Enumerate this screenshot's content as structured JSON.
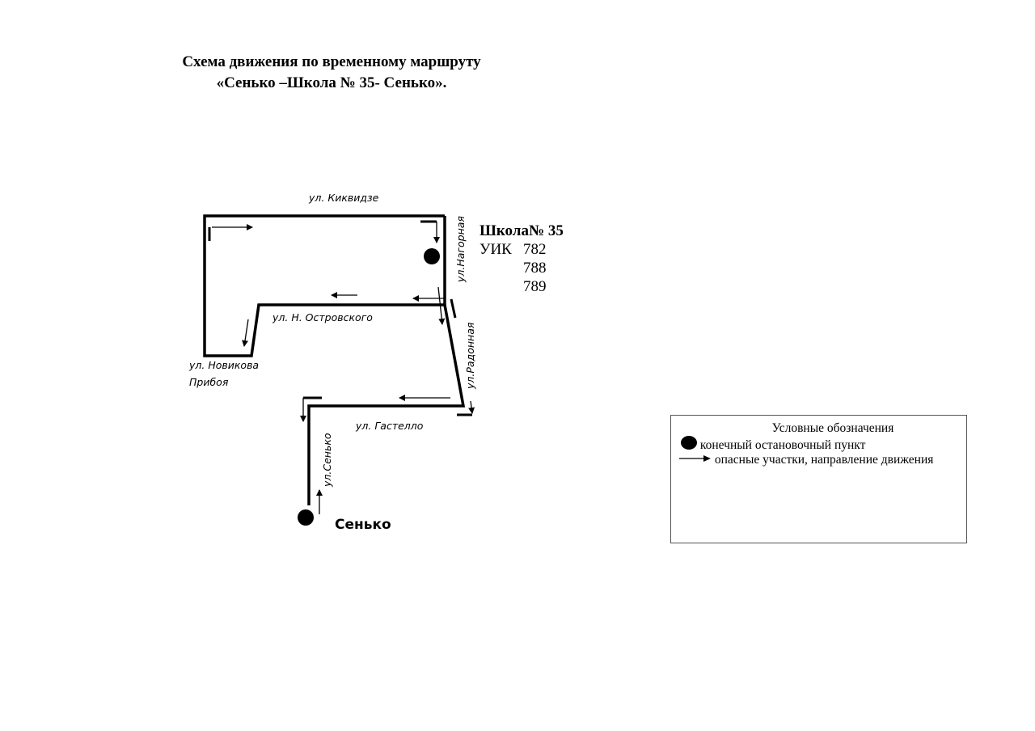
{
  "title": {
    "line1": "Схема движения по временному маршруту",
    "line2": "«Сенько –Школа № 35- Сенько»."
  },
  "streets": {
    "kikvidze": "ул. Киквидзе",
    "nagornaya": "ул.Нагорная",
    "ostrovskogo": "ул. Н. Островского",
    "novikova_1": "ул. Новикова",
    "novikova_2": "Прибоя",
    "radonnaya": "ул.Радонная",
    "gastello": "ул. Гастелло",
    "senko": "ул.Сенько"
  },
  "school": {
    "name": "Школа№ 35",
    "uik_label": "УИК",
    "uik_numbers": [
      "782",
      "788",
      "789"
    ]
  },
  "stop_senko": "Сенько",
  "legend": {
    "title": "Условные обозначения",
    "items": [
      {
        "icon": "terminal-stop-dot-icon",
        "label": "конечный остановочный пункт"
      },
      {
        "icon": "arrow-right-icon",
        "label": "опасные участки, направление движения"
      }
    ]
  }
}
